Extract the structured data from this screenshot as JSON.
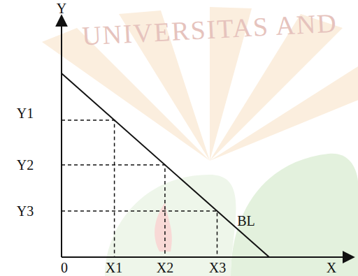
{
  "diagram": {
    "labels": [
      "UNIVERSITAS AND",
      "Y",
      "Y1",
      "Y2",
      "Y3",
      "0",
      "X1",
      "X2",
      "X3",
      "X",
      "BL"
    ]
  }
}
